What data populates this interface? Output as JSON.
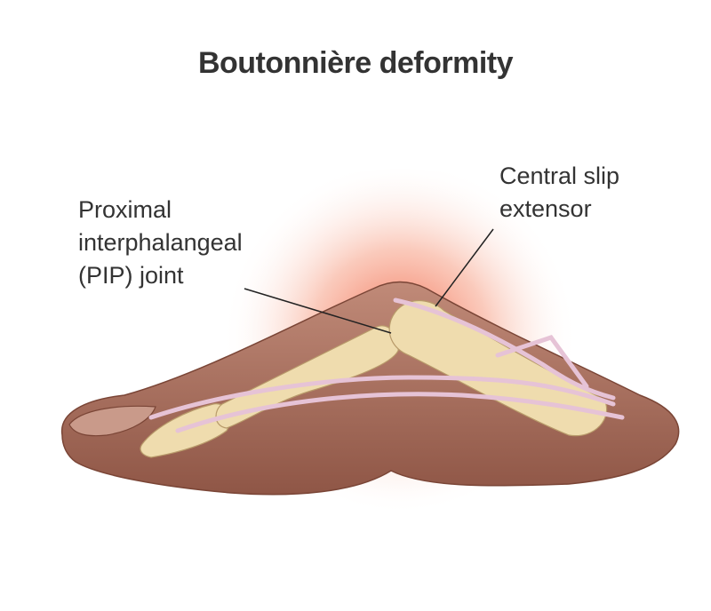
{
  "title": "Boutonnière deformity",
  "labels": {
    "pip": [
      "Proximal",
      "interphalangeal",
      "(PIP) joint"
    ],
    "central_slip": [
      "Central slip",
      "extensor"
    ]
  },
  "colors": {
    "skin": "#a86e5c",
    "bone": "#efdcae",
    "tendon": "#e6c3d6",
    "glow": "#f05a3c",
    "text": "#333333"
  }
}
